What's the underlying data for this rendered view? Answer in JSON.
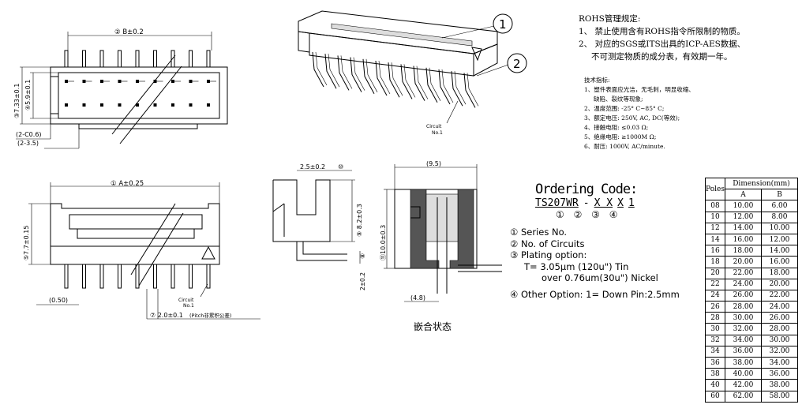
{
  "rohs": {
    "title": "ROHS管理规定:",
    "lines": [
      "1、 禁止使用含有ROHS指令所限制的物质。",
      "2、 对应的SGS或ITS出具的ICP-AES数据、",
      "不可测定物质的成分表，有效期一年。"
    ]
  },
  "tech": {
    "title": "技术指标:",
    "lines": [
      "1、塑件表面应光洁，无毛刺，明显收缩、",
      "缺陷、裂纹等现象;",
      "2、温度范围: -25° C~85° C;",
      "3、额定电压: 250V, AC, DC(等效);",
      "4、接触电阻: ≤0.03 Ω;",
      "5、绝缘电阻: ≥1000M Ω;",
      "6、耐压: 1000V, AC/minute."
    ]
  },
  "ordering": {
    "title": "Ordering Code:",
    "code_parts": [
      "TS207WR",
      "-",
      "X X",
      "X",
      "1"
    ],
    "code_numbers": "① ② ③ ④",
    "items": [
      "① Series No.",
      "② No. of Circuits",
      "③ Plating option:",
      "T= 3.05μm (120u\") Tin",
      "over 0.76um(30u\") Nickel",
      "④ Other Option: 1= Down Pin:2.5mm"
    ]
  },
  "table": {
    "header_poles": "Poles",
    "header_dimension": "Dimension(mm)",
    "header_a": "A",
    "header_b": "B",
    "rows": [
      [
        "08",
        "10.00",
        "6.00"
      ],
      [
        "10",
        "12.00",
        "8.00"
      ],
      [
        "12",
        "14.00",
        "10.00"
      ],
      [
        "14",
        "16.00",
        "12.00"
      ],
      [
        "16",
        "18.00",
        "14.00"
      ],
      [
        "18",
        "20.00",
        "16.00"
      ],
      [
        "20",
        "22.00",
        "18.00"
      ],
      [
        "22",
        "24.00",
        "20.00"
      ],
      [
        "24",
        "26.00",
        "22.00"
      ],
      [
        "26",
        "28.00",
        "24.00"
      ],
      [
        "28",
        "30.00",
        "26.00"
      ],
      [
        "30",
        "32.00",
        "28.00"
      ],
      [
        "32",
        "34.00",
        "30.00"
      ],
      [
        "34",
        "36.00",
        "32.00"
      ],
      [
        "36",
        "38.00",
        "34.00"
      ],
      [
        "38",
        "40.00",
        "36.00"
      ],
      [
        "40",
        "42.00",
        "38.00"
      ],
      [
        "60",
        "62.00",
        "58.00"
      ]
    ]
  },
  "labels": {
    "b_dim": "② B±0.2",
    "a_dim": "① A±0.25",
    "h733": "③7.33±0.1",
    "h59": "④5.9±0.1",
    "c06": "(2-C0.6)",
    "r35": "(2-3.5)",
    "h77": "⑤7.7±0.15",
    "w050": "(0.50)",
    "circuit1": "Circuit",
    "no1": "No.1",
    "pitch": "⑦ 2.0±0.1",
    "pitch_note": "(Pitch非累积公差)",
    "d25": "2.5±0.2",
    "d25_ref": "⑩",
    "h82": "⑨ 8.2±0.3",
    "d2": "2±0.2",
    "d2_ref": "⑧",
    "w95": "(9.5)",
    "h100": "⑪10.0±0.3",
    "w48": "(4.8)",
    "callout1": "1",
    "callout2": "2",
    "mated": "嵌合状态"
  }
}
